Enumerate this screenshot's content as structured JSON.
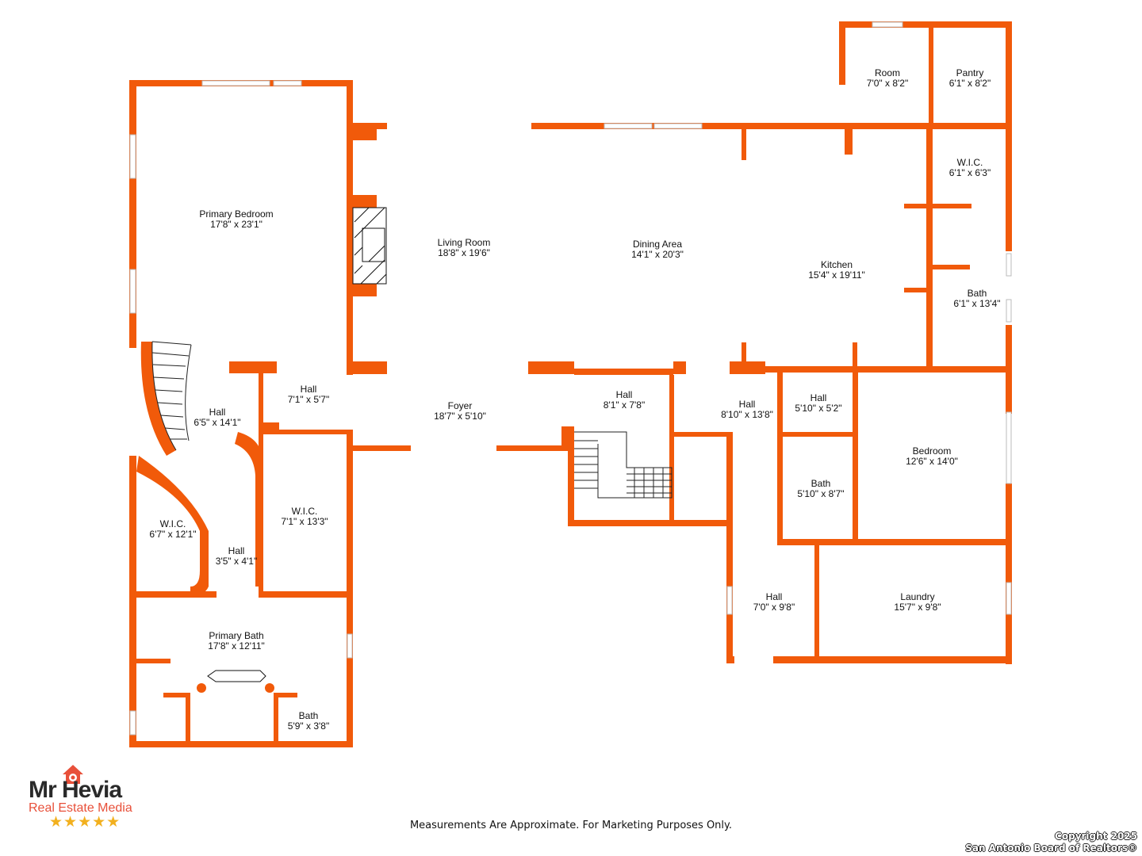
{
  "colors": {
    "wall": "#f15a0a",
    "window": "#ffffff",
    "text": "#111111"
  },
  "rooms": [
    {
      "id": "primary-bedroom",
      "name": "Primary Bedroom",
      "dim": "17'8\" x 23'1\""
    },
    {
      "id": "living-room",
      "name": "Living Room",
      "dim": "18'8\" x 19'6\""
    },
    {
      "id": "dining-area",
      "name": "Dining Area",
      "dim": "14'1\" x 20'3\""
    },
    {
      "id": "kitchen",
      "name": "Kitchen",
      "dim": "15'4\" x 19'11\""
    },
    {
      "id": "room",
      "name": "Room",
      "dim": "7'0\" x 8'2\""
    },
    {
      "id": "pantry",
      "name": "Pantry",
      "dim": "6'1\" x 8'2\""
    },
    {
      "id": "wic-kitchen",
      "name": "W.I.C.",
      "dim": "6'1\" x 6'3\""
    },
    {
      "id": "bath-east",
      "name": "Bath",
      "dim": "6'1\" x 13'4\""
    },
    {
      "id": "hall-curved",
      "name": "Hall",
      "dim": "6'5\" x 14'1\""
    },
    {
      "id": "hall-small",
      "name": "Hall",
      "dim": "7'1\" x 5'7\""
    },
    {
      "id": "foyer",
      "name": "Foyer",
      "dim": "18'7\" x 5'10\""
    },
    {
      "id": "hall-stairs",
      "name": "Hall",
      "dim": "8'1\" x 7'8\""
    },
    {
      "id": "hall-center",
      "name": "Hall",
      "dim": "8'10\" x 13'8\""
    },
    {
      "id": "hall-east",
      "name": "Hall",
      "dim": "5'10\" x 5'2\""
    },
    {
      "id": "bedroom",
      "name": "Bedroom",
      "dim": "12'6\" x 14'0\""
    },
    {
      "id": "bath-middle",
      "name": "Bath",
      "dim": "5'10\" x 8'7\""
    },
    {
      "id": "wic-west",
      "name": "W.I.C.",
      "dim": "6'7\" x 12'1\""
    },
    {
      "id": "wic-center",
      "name": "W.I.C.",
      "dim": "7'1\" x 13'3\""
    },
    {
      "id": "hall-mini",
      "name": "Hall",
      "dim": "3'5\" x 4'1\""
    },
    {
      "id": "primary-bath",
      "name": "Primary Bath",
      "dim": "17'8\" x 12'11\""
    },
    {
      "id": "bath-small",
      "name": "Bath",
      "dim": "5'9\" x 3'8\""
    },
    {
      "id": "hall-south",
      "name": "Hall",
      "dim": "7'0\" x 9'8\""
    },
    {
      "id": "laundry",
      "name": "Laundry",
      "dim": "15'7\" x 9'8\""
    }
  ],
  "footer": {
    "disclaimer": "Measurements Are Approximate. For Marketing Purposes Only.",
    "copyright_line1": "Copyright 2025",
    "copyright_line2": "San Antonio Board of Realtors®"
  },
  "logo": {
    "name": "Mr Hevia",
    "subtitle": "Real Estate Media",
    "stars": "★★★★★",
    "icon": "house-camera-icon"
  }
}
